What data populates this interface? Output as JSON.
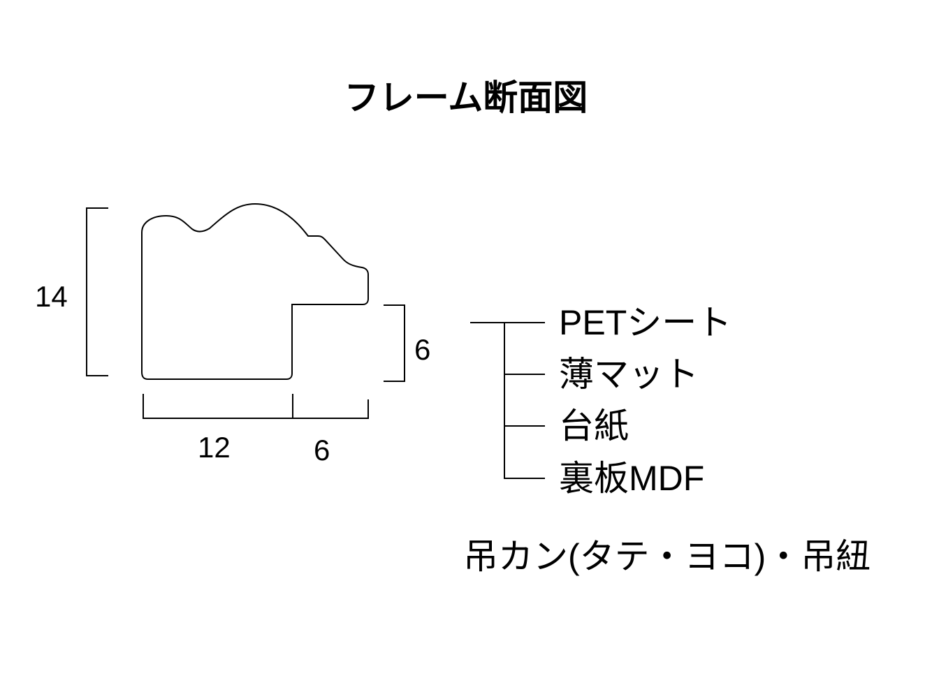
{
  "title": "フレーム断面図",
  "dimensions": {
    "height_total": "14",
    "height_step": "6",
    "width_main": "12",
    "width_step": "6"
  },
  "components": [
    "PETシート",
    "薄マット",
    "台紙",
    "裏板MDF"
  ],
  "accessories": "吊カン(タテ・ヨコ)・吊紐"
}
